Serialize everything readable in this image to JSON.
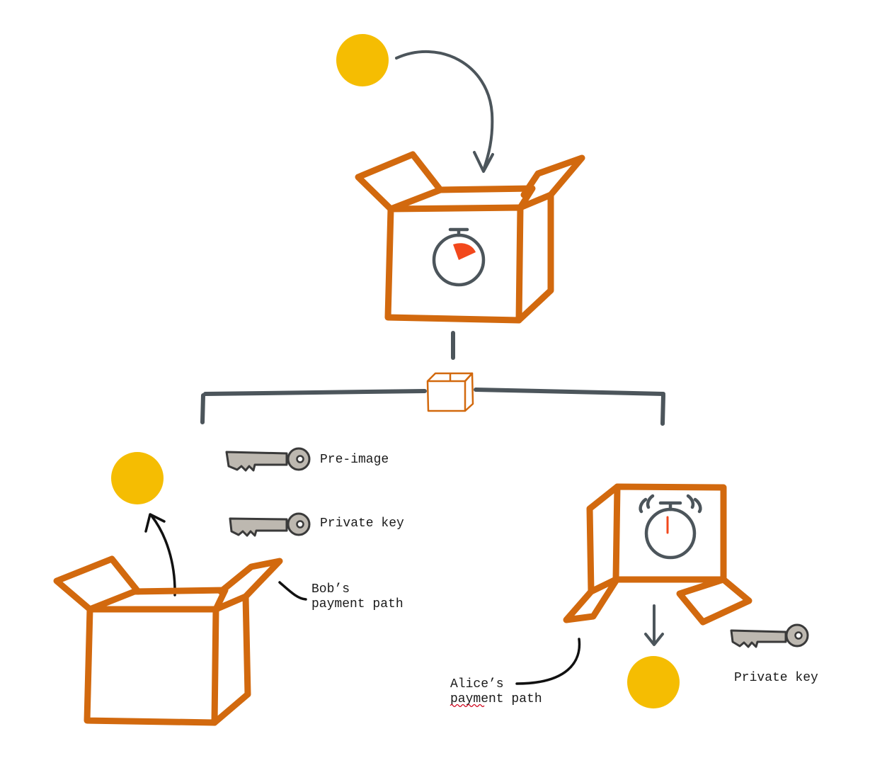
{
  "labels": {
    "pre_image": "Pre-image",
    "private_key_bob": "Private key",
    "bob_path_line1": "Bob’s",
    "bob_path_line2": "payment path",
    "alice_path_line1": "Alice’s",
    "alice_path_line2": "payment path",
    "private_key_alice": "Private key"
  },
  "colors": {
    "box": "#d2690e",
    "coin": "#f5bd02",
    "line": "#4c555b",
    "key": "#bdb8b0",
    "timer_hand": "#f2481c"
  },
  "icons": {
    "coin": "coin-icon",
    "key": "key-icon",
    "timer": "stopwatch-icon",
    "box": "box-icon"
  }
}
